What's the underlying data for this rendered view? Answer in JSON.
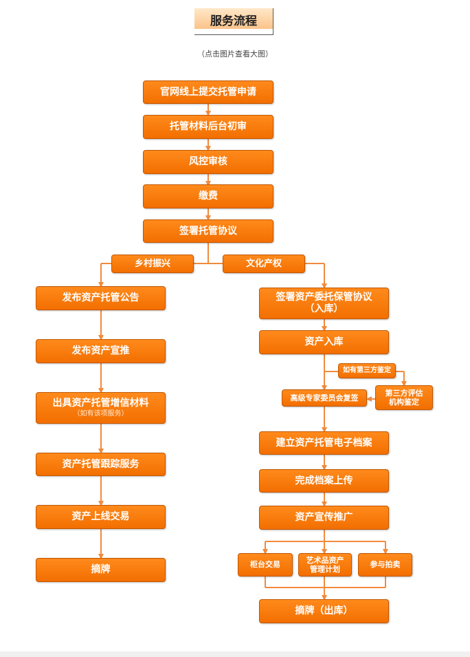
{
  "header": {
    "title": "服务流程",
    "subtitle": "（点击图片查看大图）"
  },
  "colors": {
    "box_fill": "#f57a0c",
    "box_border": "#c25600",
    "connector": "#f28a3c"
  },
  "flow": {
    "main": [
      "官网线上提交托管申请",
      "托管材料后台初审",
      "风控审核",
      "缴费",
      "签署托管协议"
    ],
    "branches": {
      "left": "乡村振兴",
      "right": "文化产权"
    },
    "left": {
      "steps": [
        "发布资产托管公告",
        "发布资产宣推",
        "出具资产托管增信材料",
        "资产托管跟踪服务",
        "资产上线交易",
        "摘牌"
      ],
      "note": "（如有该项服务）"
    },
    "right": {
      "sign_line1": "签署资产委托保管协议",
      "sign_line2": "（入库）",
      "storage": "资产入库",
      "third_party_condition": "如有第三方鉴定",
      "expert_review": "高级专家委员会复签",
      "third_party_line1": "第三方评估",
      "third_party_line2": "机构鉴定",
      "archive": "建立资产托管电子档案",
      "upload": "完成档案上传",
      "promotion": "资产宣传推广",
      "channels": {
        "counter": "柜台交易",
        "art_line1": "艺术品资产",
        "art_line2": "管理计划",
        "auction": "参与拍卖"
      },
      "final": "摘牌（出库）"
    }
  }
}
